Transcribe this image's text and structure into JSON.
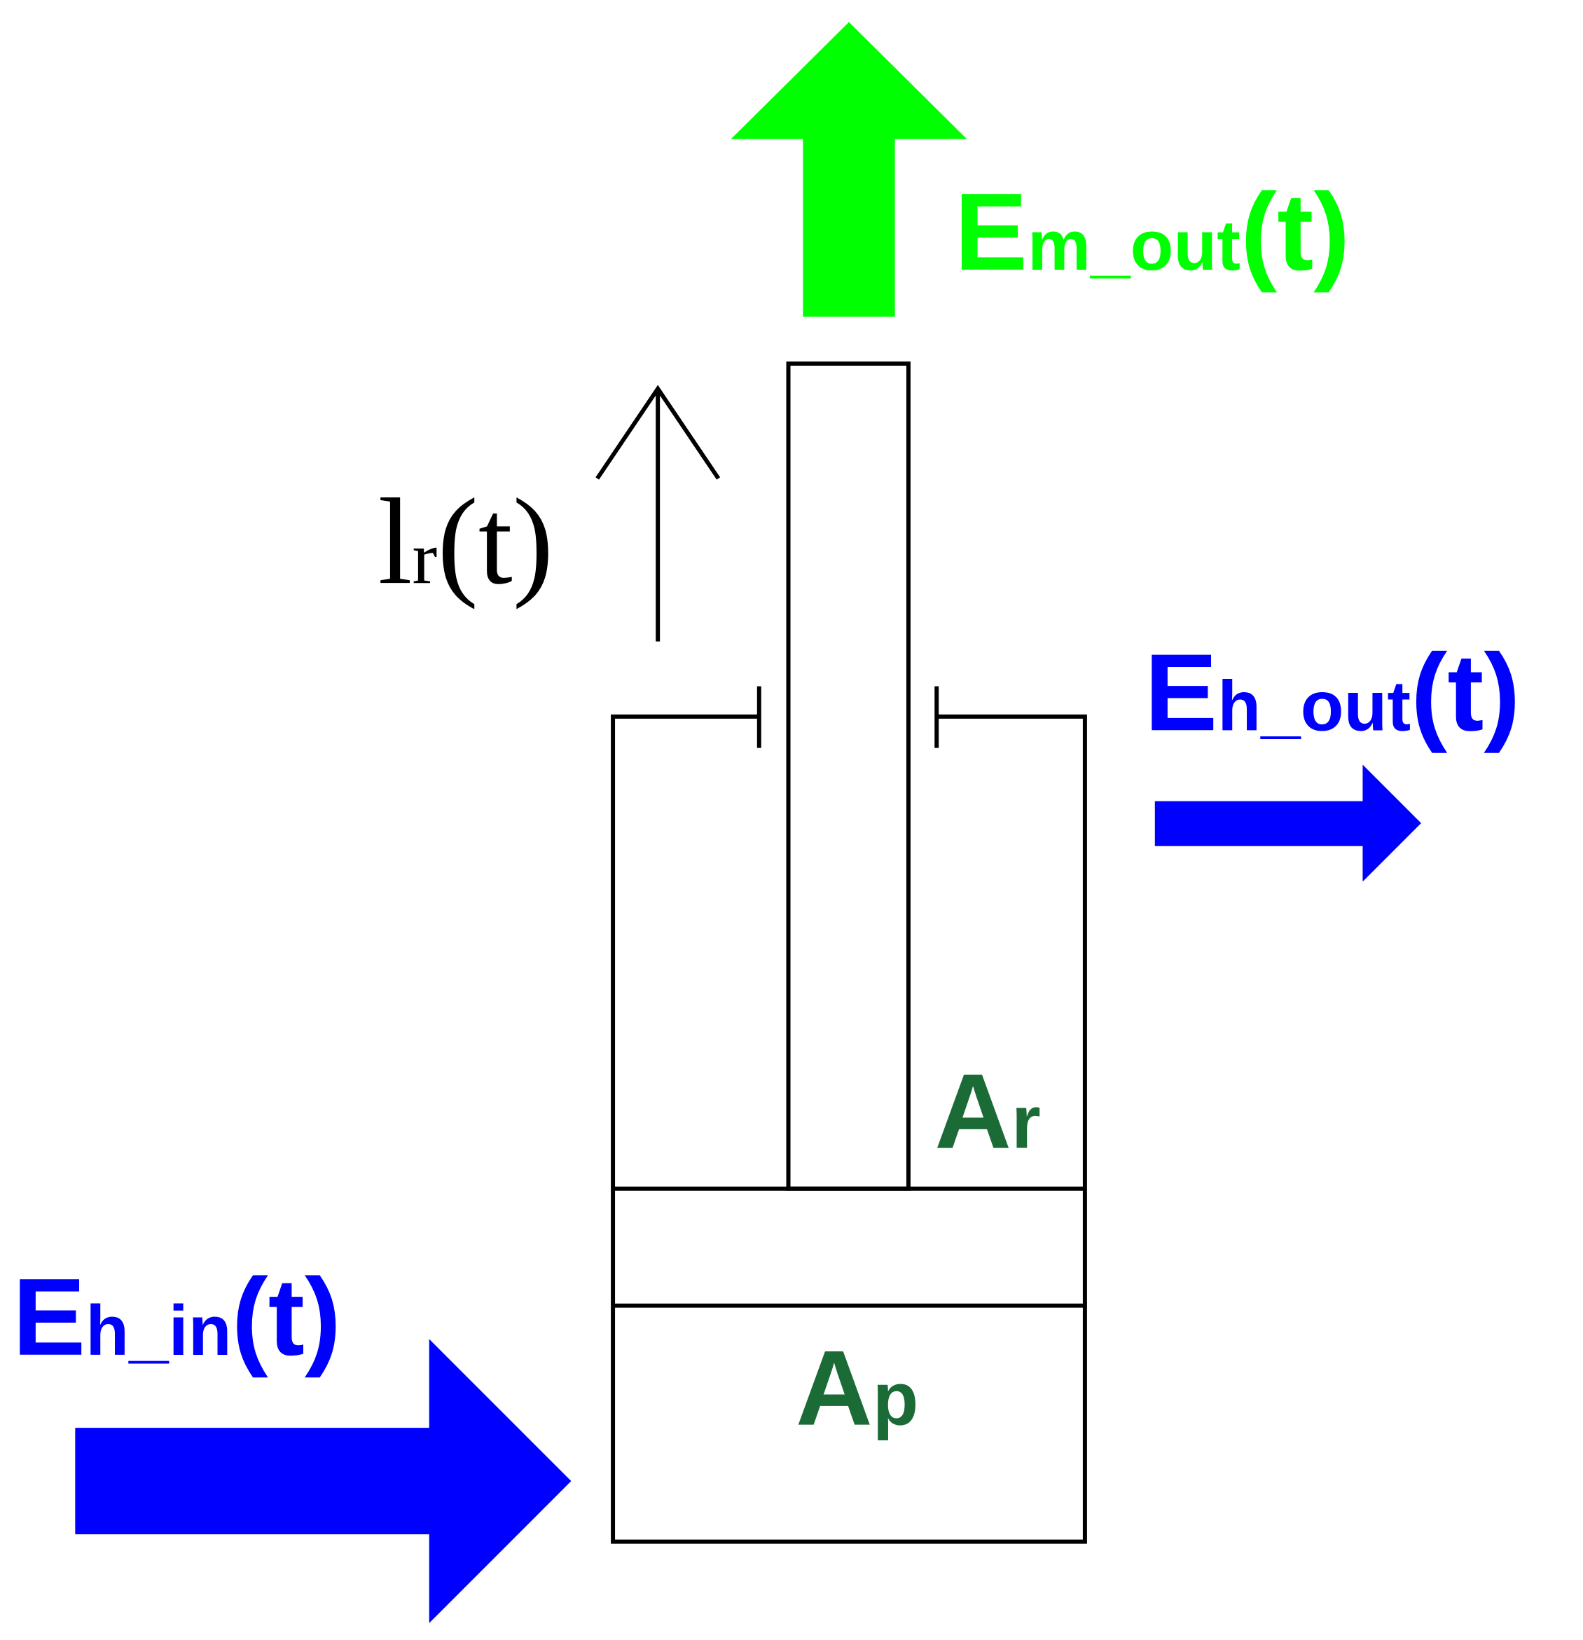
{
  "colors": {
    "background": "#ffffff",
    "outline": "#000000",
    "mechanical_energy": "#00ff00",
    "hydraulic_energy": "#0000ff",
    "area_label": "#1a6b35"
  },
  "labels": {
    "em_out": {
      "main": "E",
      "sub": "m_out",
      "arg": "(t)"
    },
    "eh_out": {
      "main": "E",
      "sub": "h_out",
      "arg": "(t)"
    },
    "eh_in": {
      "main": "E",
      "sub": "h_in",
      "arg": "(t)"
    },
    "lr": {
      "main": "l",
      "sub": "r",
      "arg": "(t)"
    },
    "ar": {
      "main": "A",
      "sub": "r"
    },
    "ap": {
      "main": "A",
      "sub": "p"
    }
  }
}
